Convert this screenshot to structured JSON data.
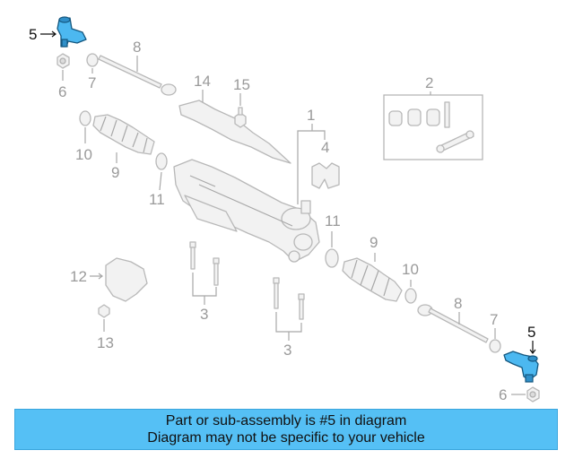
{
  "callouts": {
    "c1": "1",
    "c2": "2",
    "c3a": "3",
    "c3b": "3",
    "c4": "4",
    "c5a": "5",
    "c5b": "5",
    "c6a": "6",
    "c6b": "6",
    "c7a": "7",
    "c7b": "7",
    "c8a": "8",
    "c8b": "8",
    "c9a": "9",
    "c9b": "9",
    "c10a": "10",
    "c10b": "10",
    "c11a": "11",
    "c11b": "11",
    "c12": "12",
    "c13": "13",
    "c14": "14",
    "c15": "15"
  },
  "highlight": {
    "part_number": "5",
    "color": "#4cb8f0"
  },
  "banner": {
    "line1": "Part or sub-assembly is #5 in diagram",
    "line2": "Diagram may not be specific to your vehicle",
    "background": "#55c0f5"
  }
}
